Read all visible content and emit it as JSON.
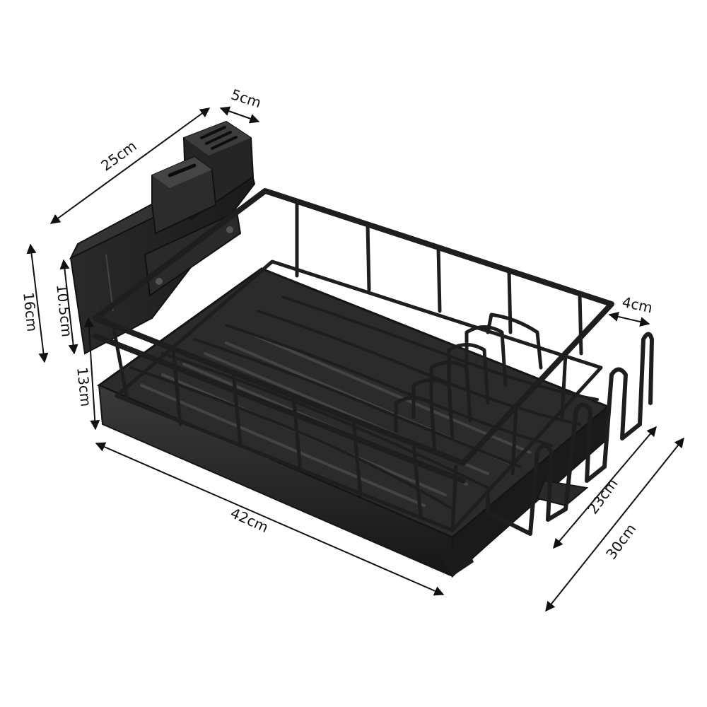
{
  "dimensions": {
    "caddy_length": "25cm",
    "caddy_depth": "5cm",
    "total_height": "16cm",
    "caddy_height": "10.5cm",
    "rack_height": "13cm",
    "rack_length": "42cm",
    "cup_holder_width": "4cm",
    "basket_width": "23cm",
    "total_width": "30cm"
  },
  "colors": {
    "product": "#1e1e1e",
    "product_light": "#3a3a3a",
    "background": "#ffffff",
    "dimension_line": "#111111"
  }
}
